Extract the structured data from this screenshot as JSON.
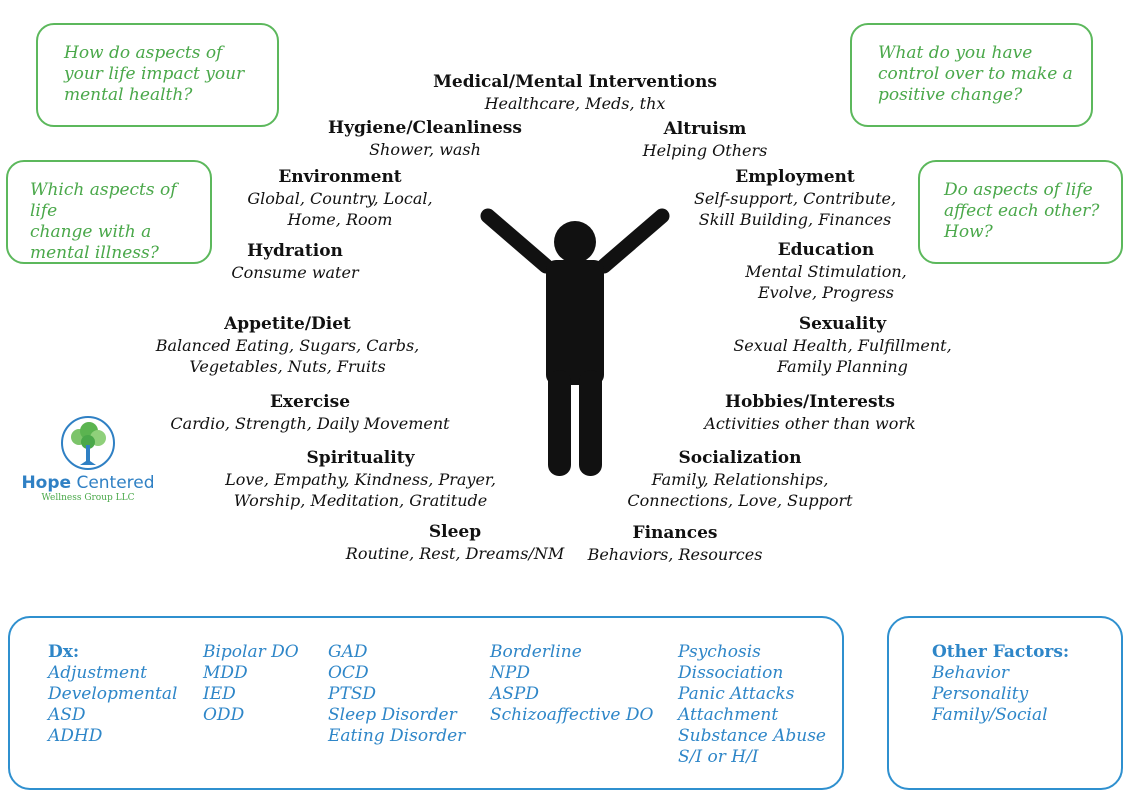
{
  "questions": {
    "top_left": "How do aspects of\nyour life impact your\nmental health?",
    "mid_left": "Which aspects of life\nchange with a\nmental illness?",
    "top_right": "What do you have\ncontrol over to make a\npositive change?",
    "mid_right": "Do aspects of life\naffect each other?\nHow?"
  },
  "topics": {
    "medical": {
      "title": "Medical/Mental Interventions",
      "desc": "Healthcare, Meds, thx"
    },
    "hygiene": {
      "title": "Hygiene/Cleanliness",
      "desc": "Shower, wash"
    },
    "altruism": {
      "title": "Altruism",
      "desc": "Helping Others"
    },
    "environment": {
      "title": "Environment",
      "desc1": "Global, Country, Local,",
      "desc2": "Home, Room"
    },
    "employment": {
      "title": "Employment",
      "desc1": "Self-support, Contribute,",
      "desc2": "Skill Building, Finances"
    },
    "hydration": {
      "title": "Hydration",
      "desc": "Consume water"
    },
    "education": {
      "title": "Education",
      "desc1": "Mental Stimulation,",
      "desc2": "Evolve, Progress"
    },
    "appetite": {
      "title": "Appetite/Diet",
      "desc1": "Balanced Eating, Sugars, Carbs,",
      "desc2": "Vegetables, Nuts, Fruits"
    },
    "sexuality": {
      "title": "Sexuality",
      "desc1": "Sexual Health, Fulfillment,",
      "desc2": "Family Planning"
    },
    "exercise": {
      "title": "Exercise",
      "desc": "Cardio, Strength, Daily Movement"
    },
    "hobbies": {
      "title": "Hobbies/Interests",
      "desc": "Activities other than work"
    },
    "spirituality": {
      "title": "Spirituality",
      "desc1": "Love, Empathy, Kindness, Prayer,",
      "desc2": "Worship, Meditation, Gratitude"
    },
    "socialization": {
      "title": "Socialization",
      "desc1": "Family, Relationships,",
      "desc2": "Connections, Love, Support"
    },
    "sleep": {
      "title": "Sleep",
      "desc": "Routine, Rest, Dreams/NM"
    },
    "finances": {
      "title": "Finances",
      "desc": "Behaviors, Resources"
    }
  },
  "logo": {
    "name_bold": "Hope",
    "name_rest": " Centered",
    "sub": "Wellness Group LLC"
  },
  "dx": {
    "heading": "Dx:",
    "col1": [
      "Adjustment",
      "Developmental",
      "ASD",
      "ADHD"
    ],
    "col2": [
      "Bipolar DO",
      "MDD",
      "IED",
      "ODD"
    ],
    "col3": [
      "GAD",
      "OCD",
      "PTSD",
      "Sleep Disorder",
      "Eating Disorder"
    ],
    "col4": [
      "Borderline",
      "NPD",
      "ASPD",
      "Schizoaffective DO"
    ],
    "col5": [
      "Psychosis",
      "Dissociation",
      "Panic Attacks",
      "Attachment",
      "Substance Abuse",
      "S/I or H/I"
    ]
  },
  "other_factors": {
    "heading": "Other Factors:",
    "items": [
      "Behavior",
      "Personality",
      "Family/Social"
    ]
  },
  "colors": {
    "question_green": "#4aa84a",
    "dx_blue": "#2e86c8",
    "figure": "#111111"
  }
}
